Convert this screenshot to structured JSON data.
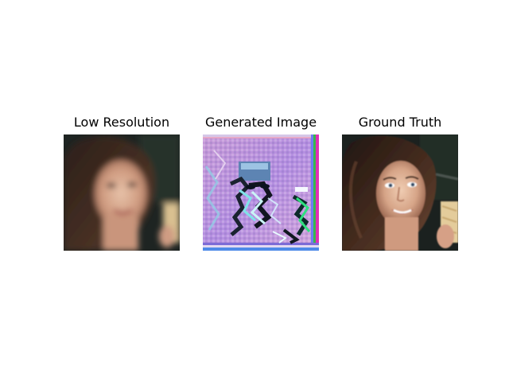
{
  "panels": [
    {
      "title": "Low Resolution"
    },
    {
      "title": "Generated Image"
    },
    {
      "title": "Ground Truth"
    }
  ]
}
